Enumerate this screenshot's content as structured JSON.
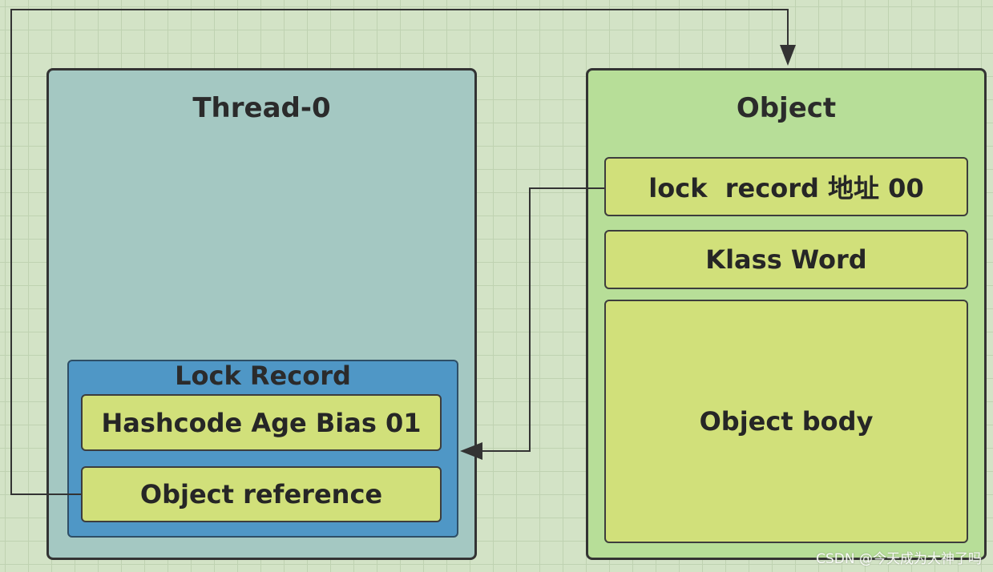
{
  "thread": {
    "title": "Thread-0",
    "lock_record": {
      "title": "Lock Record",
      "fields": {
        "mark_word": "Hashcode Age Bias 01",
        "object_reference": "Object reference"
      }
    }
  },
  "object": {
    "title": "Object",
    "fields": {
      "mark_word": "lock  record 地址 00",
      "klass_word": "Klass Word",
      "body": "Object body"
    }
  },
  "credit": "CSDN @今天成为大神了吗",
  "colors": {
    "background": "#d3e3c6",
    "thread_fill": "#a4c8c2",
    "object_fill": "#b7de98",
    "lock_record_fill": "#4f97c6",
    "field_fill": "#d1e07a",
    "connector": "#333333"
  }
}
